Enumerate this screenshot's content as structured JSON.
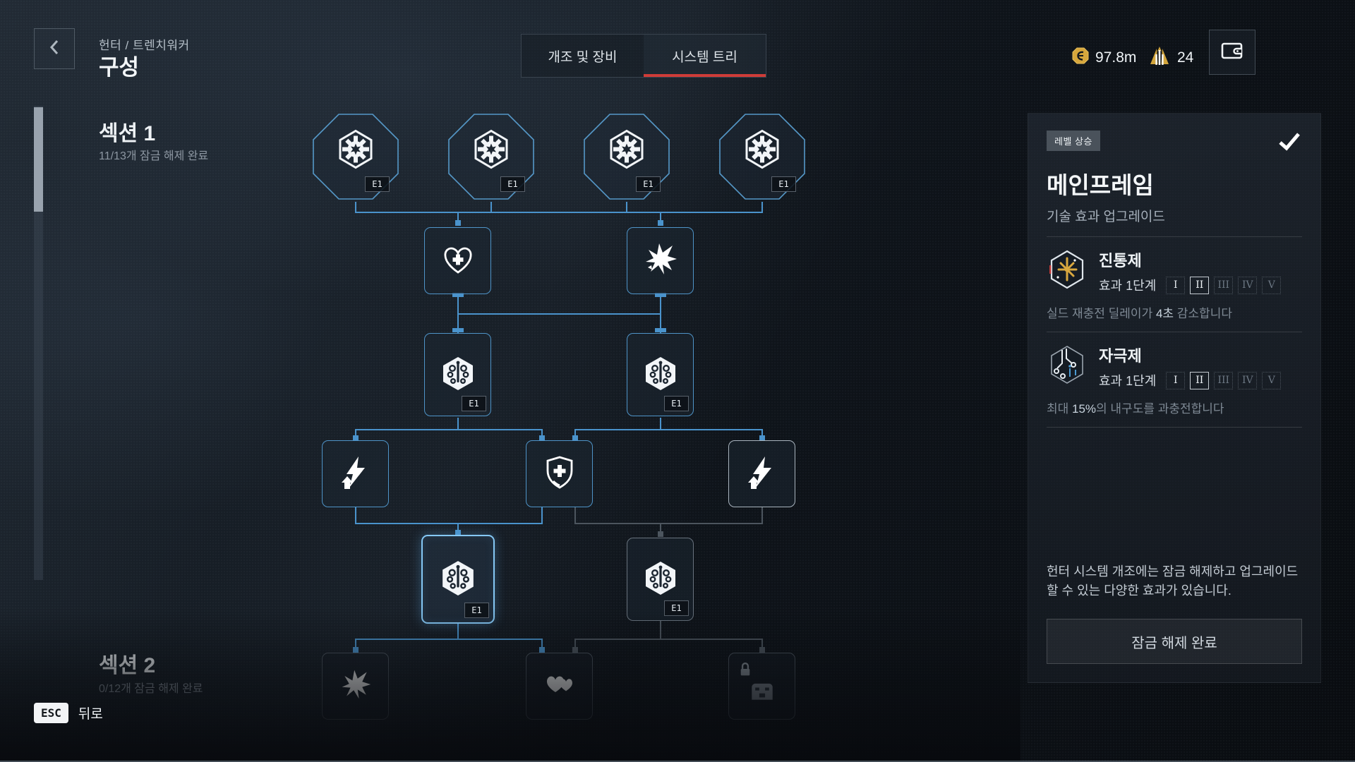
{
  "colors": {
    "accent_red": "#cf3c38",
    "gold": "#d2a53c",
    "connector_blue": "#4a93cc",
    "connector_gray": "#4c555e",
    "selected_blue": "#85c8f5"
  },
  "header": {
    "breadcrumb": "헌터 / 트렌치워커",
    "title": "구성",
    "tabs": [
      {
        "label": "개조 및 장비",
        "active": false
      },
      {
        "label": "시스템 트리",
        "active": true
      }
    ],
    "currency": {
      "credits": "97.8m",
      "tokens": "24"
    }
  },
  "icons": {
    "back": "chevron-left",
    "credits": "gold-coin",
    "tokens": "gold-wings",
    "wallet": "wallet",
    "confirm": "checkmark",
    "locked": "padlock"
  },
  "sections": [
    {
      "title": "섹션 1",
      "subtitle": "11/13개 잠금 해제 완료"
    },
    {
      "title": "섹션 2",
      "subtitle": "0/12개 잠금 해제 완료"
    }
  ],
  "tree": {
    "node_level_label": "E1"
  },
  "panel": {
    "badge": "레벨 상승",
    "title": "메인프레임",
    "subtitle": "기술 효과 업그레이드",
    "effects": [
      {
        "name": "진통제",
        "level_label": "효과 1단계",
        "levels": [
          "I",
          "II",
          "III",
          "IV",
          "V"
        ],
        "desc_pre": "실드 재충전 딜레이가 ",
        "desc_hl": "4초",
        "desc_post": " 감소합니다"
      },
      {
        "name": "자극제",
        "level_label": "효과 1단계",
        "levels": [
          "I",
          "II",
          "III",
          "IV",
          "V"
        ],
        "desc_pre": "최대 ",
        "desc_hl": "15%",
        "desc_post": "의 내구도를 과충전합니다"
      }
    ],
    "info": "헌터 시스템 개조에는 잠금 해제하고 업그레이드할 수 있는 다양한 효과가 있습니다.",
    "button": "잠금 해제 완료"
  },
  "footer": {
    "key": "ESC",
    "label": "뒤로"
  }
}
